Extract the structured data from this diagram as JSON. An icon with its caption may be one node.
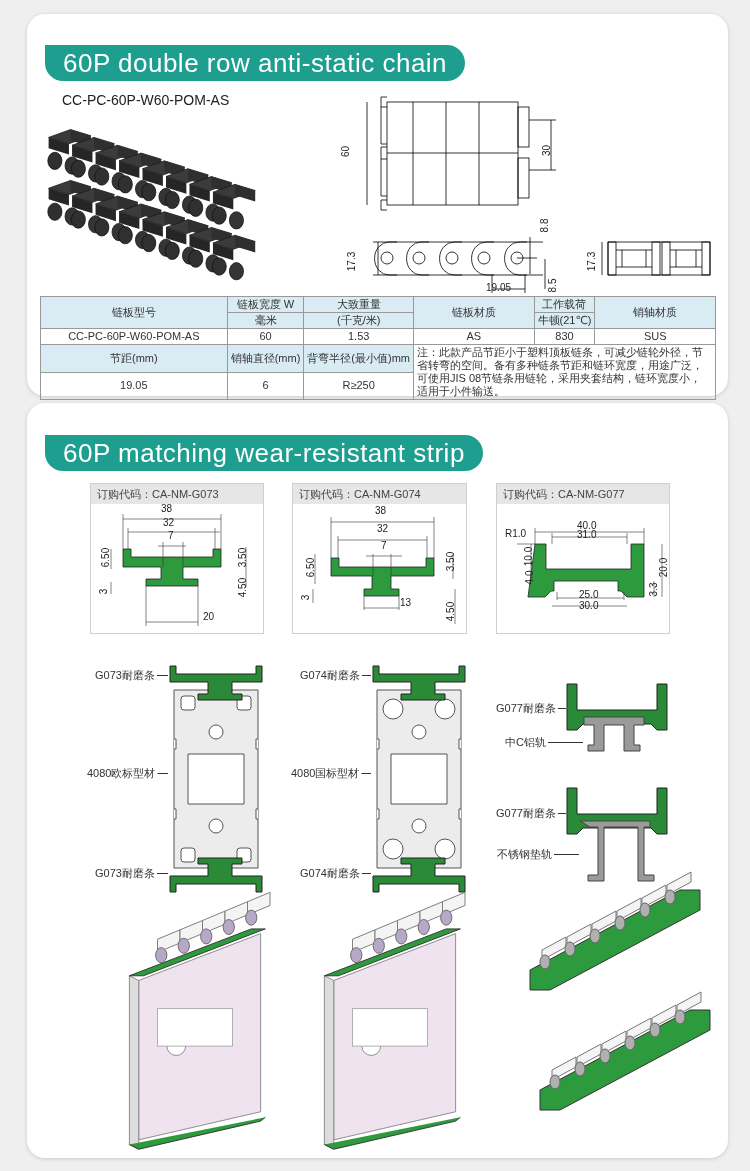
{
  "diagram": {
    "nodes": [
      {
        "text": [
          "60P double row anti-static chain"
        ]
      },
      {
        "text": [
          "60P matching wear-resistant strip"
        ]
      },
      {
        "text": [
          "订购代码：CA-NM-G073"
        ]
      },
      {
        "text": [
          "订购代码：CA-NM-G074"
        ]
      },
      {
        "text": [
          "订购代码：CA-NM-G077"
        ]
      },
      {
        "text": [
          "G073耐磨条"
        ]
      },
      {
        "text": [
          "4080欧标型材"
        ]
      },
      {
        "text": [
          "G073耐磨条"
        ]
      },
      {
        "text": [
          "G074耐磨条"
        ]
      },
      {
        "text": [
          "4080国标型材"
        ]
      },
      {
        "text": [
          "G074耐磨条"
        ]
      },
      {
        "text": [
          "G077耐磨条"
        ]
      },
      {
        "text": [
          "中C铝轨"
        ]
      },
      {
        "text": [
          "G077耐磨条"
        ]
      },
      {
        "text": [
          "不锈钢垫轨"
        ]
      },
      {
        "text": [],
        "shape": "picture"
      },
      {
        "text": [],
        "shape": "picture"
      },
      {
        "text": [],
        "shape": "picture"
      },
      {
        "text": [],
        "shape": "picture"
      },
      {
        "text": [],
        "shape": "picture"
      },
      {
        "text": [],
        "shape": "picture"
      }
    ],
    "edges": [
      {
        "from": 5,
        "to": 15,
        "arrow": "none"
      },
      {
        "from": 6,
        "to": 15,
        "arrow": "none"
      },
      {
        "from": 7,
        "to": 15,
        "arrow": "none"
      },
      {
        "from": 8,
        "to": 16,
        "arrow": "none"
      },
      {
        "from": 9,
        "to": 16,
        "arrow": "none"
      },
      {
        "from": 10,
        "to": 16,
        "arrow": "none"
      },
      {
        "from": 11,
        "to": 17,
        "arrow": "none"
      },
      {
        "from": 12,
        "to": 18,
        "arrow": "none"
      },
      {
        "from": 13,
        "to": 19,
        "arrow": "none"
      },
      {
        "from": 14,
        "to": 20,
        "arrow": "none"
      }
    ],
    "labels": [
      "CC-PC-60P-W60-POM-AS",
      "60",
      "30",
      "8.8",
      "17.3",
      "8.5",
      "19.05",
      "17.3",
      "链板型号",
      "链板宽度 W",
      "大致重量",
      "链板材质",
      "工作载荷",
      "销轴材质",
      "毫米",
      "(千克/米)",
      "牛顿(21℃)",
      "CC-PC-60P-W60-POM-AS",
      "60",
      "1.53",
      "AS",
      "830",
      "SUS",
      "节距(mm)",
      "销轴直径(mm)",
      "背弯半径(最小值)mm",
      "注：此款产品节距小于塑料顶板链条，可减少链轮外径，节省转弯的空间。备有多种链条节距和链环宽度，用途广泛，可使用JIS 08节链条用链轮，采用夹套结构，链环宽度小，适用于小件输送。",
      "19.05",
      "6",
      "R≥250",
      "38",
      "32",
      "7",
      "6.50",
      "3.50",
      "3",
      "4.50",
      "20",
      "38",
      "32",
      "7",
      "6.50",
      "3.50",
      "3",
      "13",
      "4.50",
      "R1.0",
      "40.0",
      "31.0",
      "10.0",
      "20.0",
      "4.0",
      "3.3",
      "25.0",
      "30.0"
    ]
  }
}
